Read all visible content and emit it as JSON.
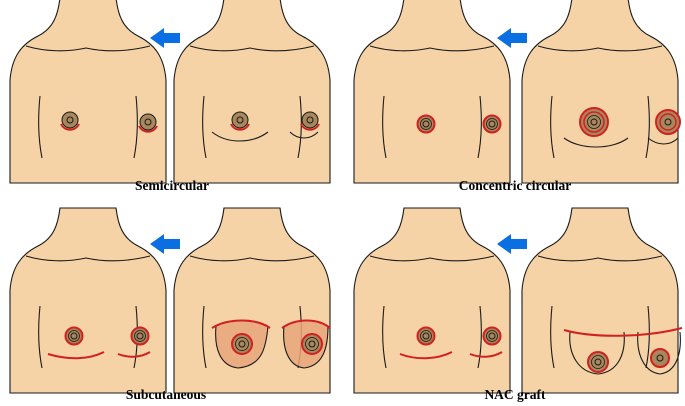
{
  "panels": [
    {
      "id": "semicircular",
      "caption": "Semicircular"
    },
    {
      "id": "concentric",
      "caption": "Concentric circular"
    },
    {
      "id": "subcutaneous",
      "caption": "Subcutaneous"
    },
    {
      "id": "nac",
      "caption": "NAC graft"
    }
  ],
  "colors": {
    "skin": "#f5d3a6",
    "areola": "#a8875c",
    "nipple_ring": "#d21f1f",
    "arrow": "#0a6fe3",
    "tissue": "#e8a57a"
  },
  "icons": {
    "arrow": "arrow-left-icon"
  }
}
